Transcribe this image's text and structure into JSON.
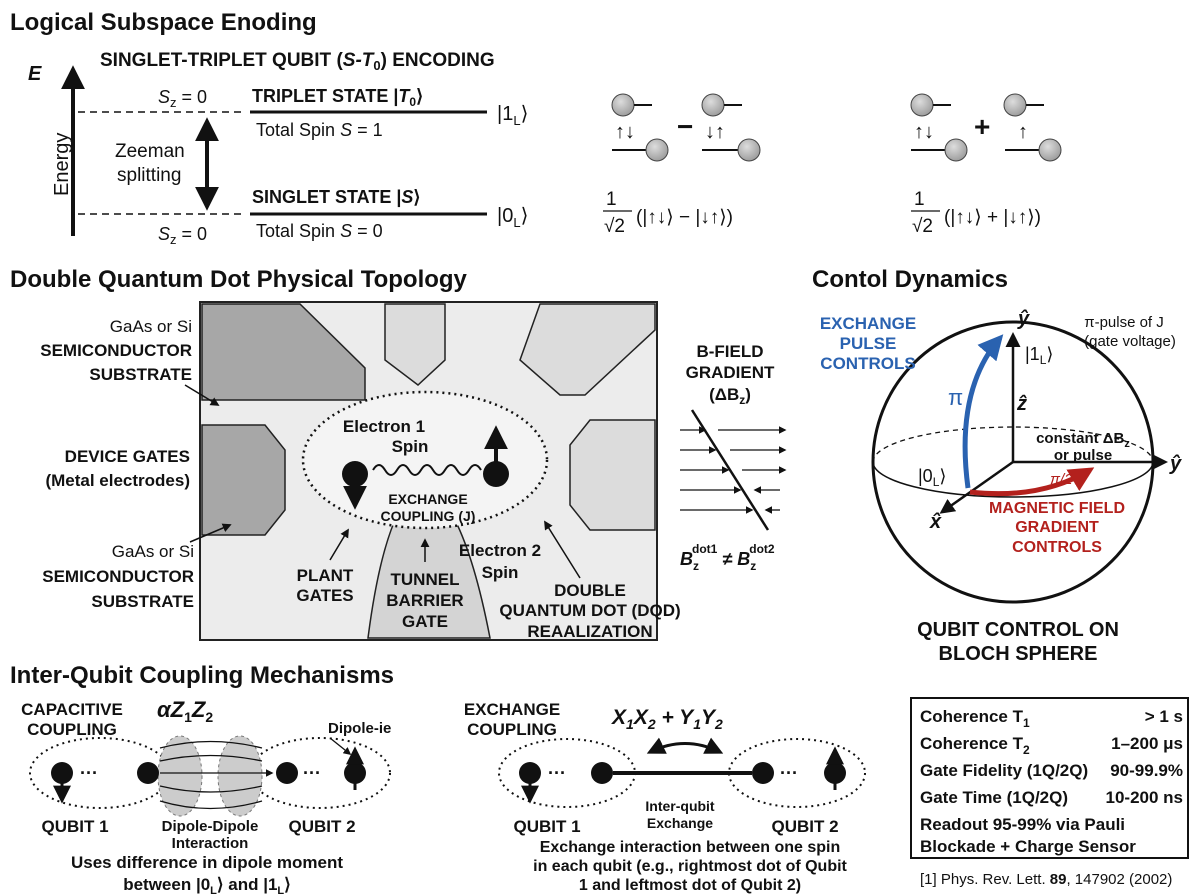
{
  "sections": {
    "logical": "Logical Subspace Enoding",
    "topology": "Double Quantum Dot Physical Topology",
    "control": "Contol Dynamics",
    "coupling": "Inter-Qubit Coupling Mechanisms"
  },
  "encoding": {
    "title_a": "SINGLET-TRIPLET QUBIT (",
    "title_s": "S-T",
    "title_sub": "0",
    "title_b": ") ENCODING",
    "e_axis": "E",
    "energy": "Energy",
    "sz_top": "S",
    "sz_sub": "z",
    "sz_val": " = 0",
    "zeeman_1": "Zeeman",
    "zeeman_2": "splitting",
    "triplet_a": "TRIPLET STATE |",
    "triplet_t": "T",
    "triplet_sub": "0",
    "triplet_b": "⟩",
    "triplet_spin_a": "Total Spin ",
    "triplet_spin_s": "S",
    "triplet_spin_b": " = 1",
    "singlet_a": "SINGLET STATE |",
    "singlet_s": "S",
    "singlet_b": "⟩",
    "singlet_spin_b": " = 0",
    "ket1": "|1",
    "ket0": "|0",
    "ket_sub": "L",
    "ket_close": "⟩",
    "triplet_formula": "(|↑↓⟩ + |↓↑⟩)",
    "singlet_formula": "(|↑↓⟩ − |↓↑⟩)",
    "frac_num": "1",
    "frac_den": "√2",
    "minus": "−",
    "plus": "+",
    "spins_a": "↑↓",
    "spins_b": "↓↑",
    "spins_c": "↑"
  },
  "topology": {
    "substrate_top": [
      "GaAs or Si",
      "SEMICONDUCTOR",
      "SUBSTRATE"
    ],
    "device_gates": [
      "DEVICE GATES",
      "(Metal electrodes)"
    ],
    "substrate_bottom": [
      "GaAs or Si",
      "SEMICONDUCTOR",
      "SUBSTRATE"
    ],
    "electron1": [
      "Electron 1",
      "Spin"
    ],
    "exchange": [
      "EXCHANGE",
      "COUPLING (J)"
    ],
    "electron2": [
      "Electron 2",
      "Spin"
    ],
    "plant_gates": [
      "PLANT",
      "GATES"
    ],
    "tunnel": [
      "TUNNEL",
      "BARRIER",
      "GATE"
    ],
    "dqd": [
      "DOUBLE",
      "QUANTUM DOT (DQD)",
      "REAALIZATION"
    ],
    "bfield": [
      "B-FIELD",
      "GRADIENT",
      "(ΔB",
      "z",
      ")"
    ],
    "bz_ineq": [
      "B",
      "z",
      "dot1",
      " ≠ B",
      "z",
      "dot2"
    ]
  },
  "control": {
    "exchange_label": [
      "EXCHANGE",
      "PULSE",
      "CONTROLS"
    ],
    "y_axis": "ŷ",
    "z_axis": "ẑ",
    "x_axis": "x̂",
    "y_right": "ŷ",
    "pi_pulse": [
      "π-pulse of J",
      "(gate voltage)"
    ],
    "ket1": "|1",
    "ket0": "|0",
    "ket_sub": "L",
    "ket_close": "⟩",
    "pi": "π",
    "pi_half": "π/2",
    "constant": [
      "constant ΔB",
      "z",
      "or pulse"
    ],
    "magnetic_label": [
      "MAGNETIC FIELD",
      "GRADIENT",
      "CONTROLS"
    ],
    "caption": [
      "QUBIT CONTROL ON",
      "BLOCH SPHERE"
    ],
    "colors": {
      "exchange": "#2a62b0",
      "magnetic": "#b3211d"
    }
  },
  "coupling": {
    "capacitive": [
      "CAPACITIVE",
      "COUPLING"
    ],
    "azz": [
      "αZ",
      "1",
      "Z",
      "2"
    ],
    "dipole_ie": "Dipole-ie",
    "qubit1": "QUBIT 1",
    "qubit2": "QUBIT 2",
    "dots": "···",
    "dipole_dipole": [
      "Dipole-Dipole",
      "Interaction"
    ],
    "cap_desc": [
      "Uses difference in dipole moment",
      "between |0",
      "L",
      "⟩ and |1",
      "L",
      "⟩"
    ],
    "exchange": [
      "EXCHANGE",
      "COUPLING"
    ],
    "xxyy": [
      "X",
      "1",
      "X",
      "2",
      " + Y",
      "1",
      "Y",
      "2"
    ],
    "inter_qubit": [
      "Inter-qubit",
      "Exchange"
    ],
    "ex_desc": [
      "Exchange interaction between one spin",
      "in each qubit (e.g., rightmost dot of Qubit",
      "1 and leftmost dot of Qubit 2)"
    ]
  },
  "specs": [
    {
      "label": "Coherence T",
      "sub": "1",
      "value": "> 1 s"
    },
    {
      "label": "Coherence T",
      "sub": "2",
      "value": "1–200 μs"
    },
    {
      "label": "Gate Fidelity (1Q/2Q)",
      "sub": "",
      "value": "90-99.9%"
    },
    {
      "label": "Gate Time (1Q/2Q)",
      "sub": "",
      "value": "10-200 ns"
    }
  ],
  "readout": [
    "Readout 95-99% via Pauli",
    "Blockade + Charge Sensor"
  ],
  "citation": {
    "a": "[1] Phys. Rev. Lett. ",
    "vol": "89",
    "b": ", 147902 (2002)"
  }
}
